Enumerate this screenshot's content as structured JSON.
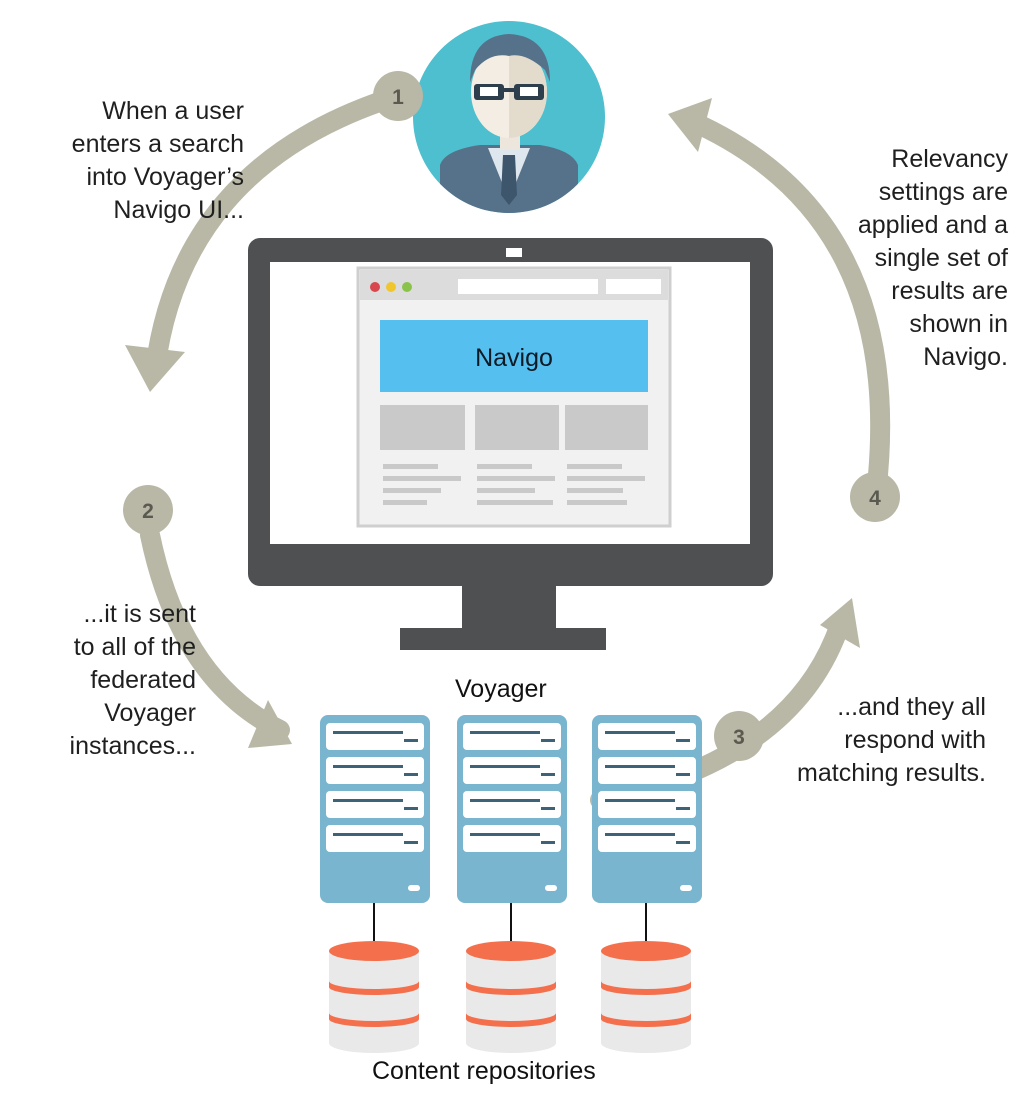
{
  "steps": [
    {
      "number": "1",
      "caption": "When a user\nenters a search\ninto Voyager’s\nNavigo UI..."
    },
    {
      "number": "2",
      "caption": "...it is sent\nto all of the\nfederated\nVoyager\ninstances..."
    },
    {
      "number": "3",
      "caption": "...and they all\nrespond with\nmatching results."
    },
    {
      "number": "4",
      "caption": "Relevancy\nsettings are\napplied and a\nsingle set of\nresults are\nshown in\nNavigo."
    }
  ],
  "monitor": {
    "banner_text": "Navigo"
  },
  "labels": {
    "servers": "Voyager",
    "repositories": "Content repositories"
  },
  "colors": {
    "arrow": "#b9b8a6",
    "badge": "#b9b8a6",
    "monitor": "#4e5052",
    "banner": "#55bff0",
    "server": "#7ab5cf",
    "server_slot": "#ffffff",
    "database": "#f4704d",
    "database_body": "#e9e9e9",
    "avatar_bg": "#4dbfce",
    "dot_red": "#d8474e",
    "dot_yellow": "#f0c62e",
    "dot_green": "#8bc34a"
  }
}
